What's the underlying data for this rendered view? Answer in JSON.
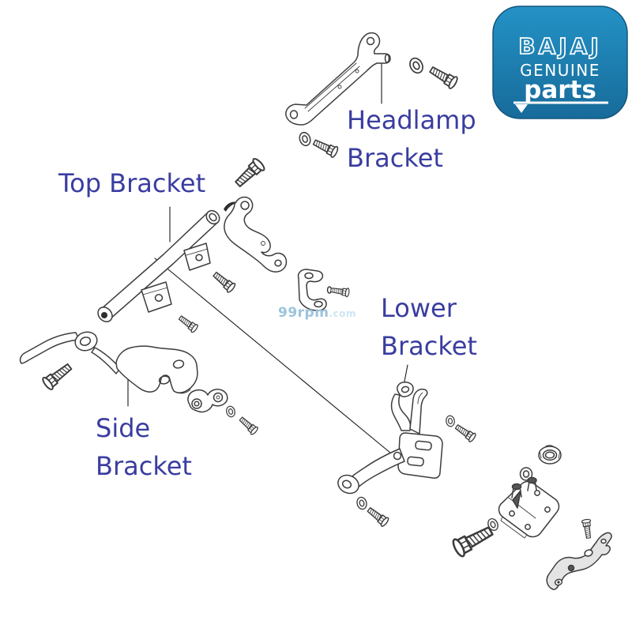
{
  "labels": {
    "top_bracket": "Top Bracket",
    "headlamp": {
      "line1": "Headlamp",
      "line2": "Bracket"
    },
    "side": {
      "line1": "Side",
      "line2": "Bracket"
    },
    "lower": {
      "line1": "Lower",
      "line2": "Bracket"
    }
  },
  "watermark": {
    "name": "99rpm",
    "suffix": ".com"
  },
  "logo": {
    "brand": "BAJAJ",
    "genuine": "GENUINE",
    "parts": "parts"
  },
  "colors": {
    "label_text": "#3a3da0",
    "line_art": "#3c3c3c",
    "logo_blue_top": "#2492c6",
    "logo_blue_bottom": "#176b9a",
    "watermark": "#9cc4db",
    "watermark_suffix": "#cde6f3"
  }
}
